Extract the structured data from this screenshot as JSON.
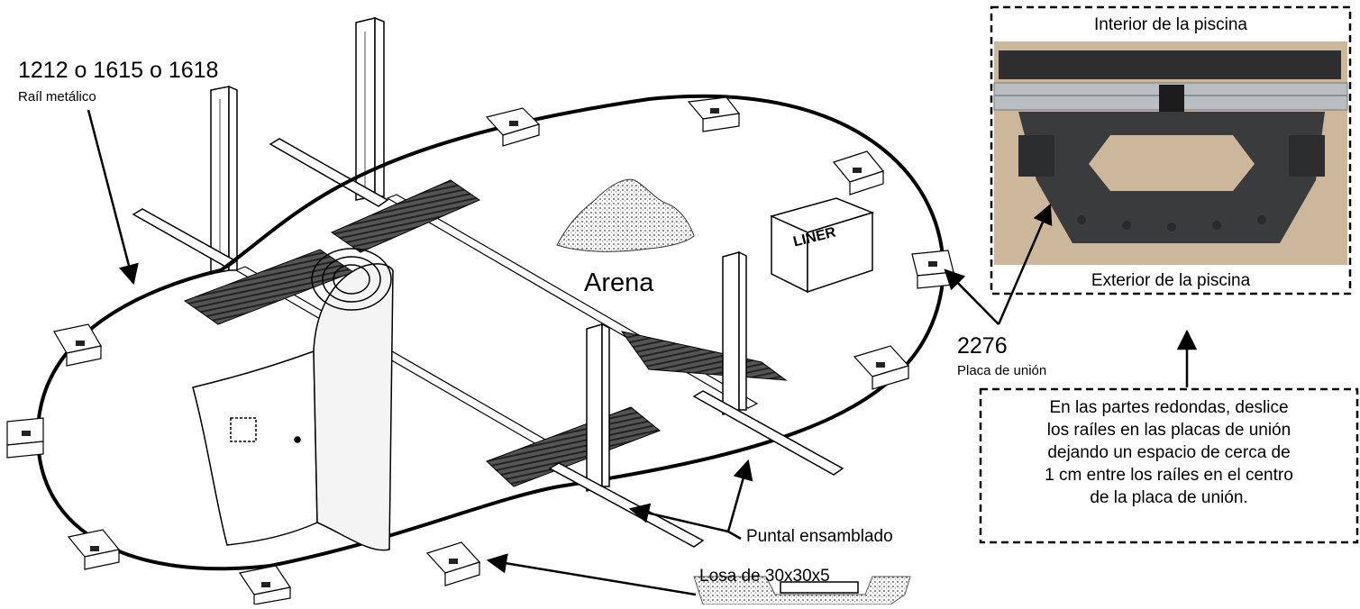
{
  "labels": {
    "rail_codes": "1212 o 1615 o 1618",
    "rail_name": "Raíl metálico",
    "sand": "Arena",
    "liner": "LINER",
    "plate_code": "2276",
    "plate_name": "Placa de unión",
    "strut": "Puntal ensamblado",
    "slab": "Losa de 30x30x5"
  },
  "photo": {
    "top_caption": "Interior de la piscina",
    "bottom_caption": "Exterior de la piscina"
  },
  "note": {
    "lines": [
      "En las partes redondas, deslice",
      "los raíles en las placas de unión",
      "dejando un espacio de cerca de",
      "1 cm entre los raíles en el centro",
      "de la placa de unión."
    ]
  }
}
